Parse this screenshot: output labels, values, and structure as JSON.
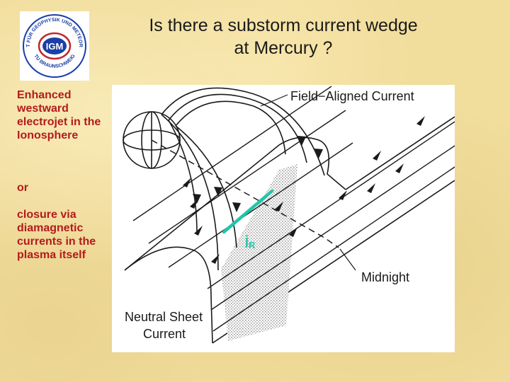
{
  "title": {
    "line1": "Is there a substorm current wedge",
    "line2": "at Mercury ?"
  },
  "logo": {
    "center_text": "IGM",
    "ring_text_top": "INSTITUT FÜR GEOPHYSIK UND METEOROLOGIE",
    "ring_text_bottom": "TU BRAUNSCHWEIG"
  },
  "sidebar": {
    "option1": "Enhanced westward electrojet in the Ionosphere",
    "connector": "or",
    "option2": "closure via diamagnetic currents in the plasma itself"
  },
  "figure": {
    "label_field_aligned": "Field−Aligned Current",
    "label_midnight": "Midnight",
    "label_neutral_line1": "Neutral Sheet",
    "label_neutral_line2": "Current",
    "jr_symbol": "j",
    "jr_subscript": "R"
  },
  "colors": {
    "title_text": "#1a1a1a",
    "sidebar_text": "#b31b1b",
    "jr_highlight": "#20c6a8",
    "logo_blue": "#1a3fa6",
    "logo_red": "#c0282a",
    "background": "#f1dd9c"
  }
}
